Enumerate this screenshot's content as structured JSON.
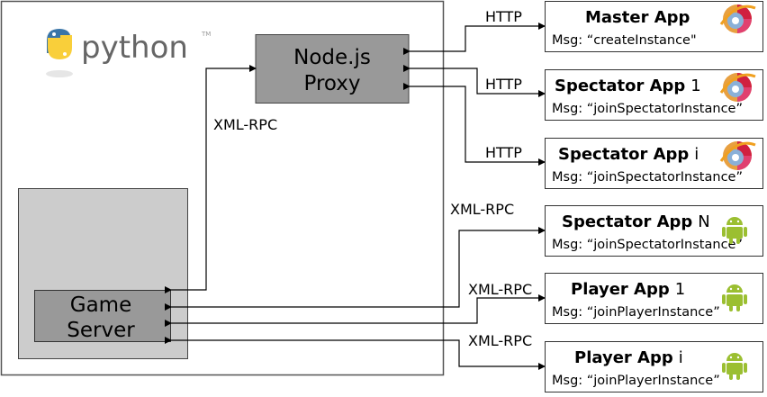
{
  "python_logo": {
    "text": "python",
    "tm": "TM"
  },
  "proxy": {
    "line1": "Node.js",
    "line2": "Proxy"
  },
  "game_server": {
    "line1": "Game",
    "line2": "Server"
  },
  "links": {
    "proxy_game": "XML-RPC",
    "http_master": "HTTP",
    "http_spectator1": "HTTP",
    "http_spectatori": "HTTP",
    "xml_spectatorN": "XML-RPC",
    "xml_player1": "XML-RPC",
    "xml_playeri": "XML-RPC"
  },
  "apps": [
    {
      "title": "Master App",
      "suffix": "",
      "msg": "Msg: “createInstance\"",
      "icon": "browser-icon"
    },
    {
      "title": "Spectator App",
      "suffix": "1",
      "msg": "Msg: “joinSpectatorInstance”",
      "icon": "browser-icon"
    },
    {
      "title": "Spectator App",
      "suffix": "i",
      "msg": "Msg: “joinSpectatorInstance”",
      "icon": "browser-icon"
    },
    {
      "title": "Spectator App",
      "suffix": "N",
      "msg": "Msg: “joinSpectatorInstance”",
      "icon": "android-icon"
    },
    {
      "title": "Player App",
      "suffix": "1",
      "msg": "Msg: “joinPlayerInstance”",
      "icon": "android-icon"
    },
    {
      "title": "Player App",
      "suffix": "i",
      "msg": "Msg: “joinPlayerInstance”",
      "icon": "android-icon"
    }
  ],
  "colors": {
    "box_dark": "#999999",
    "box_light": "#cccccc",
    "android": "#9bbf31",
    "python_blue": "#3a75a8",
    "python_yellow": "#f9cf3a"
  }
}
